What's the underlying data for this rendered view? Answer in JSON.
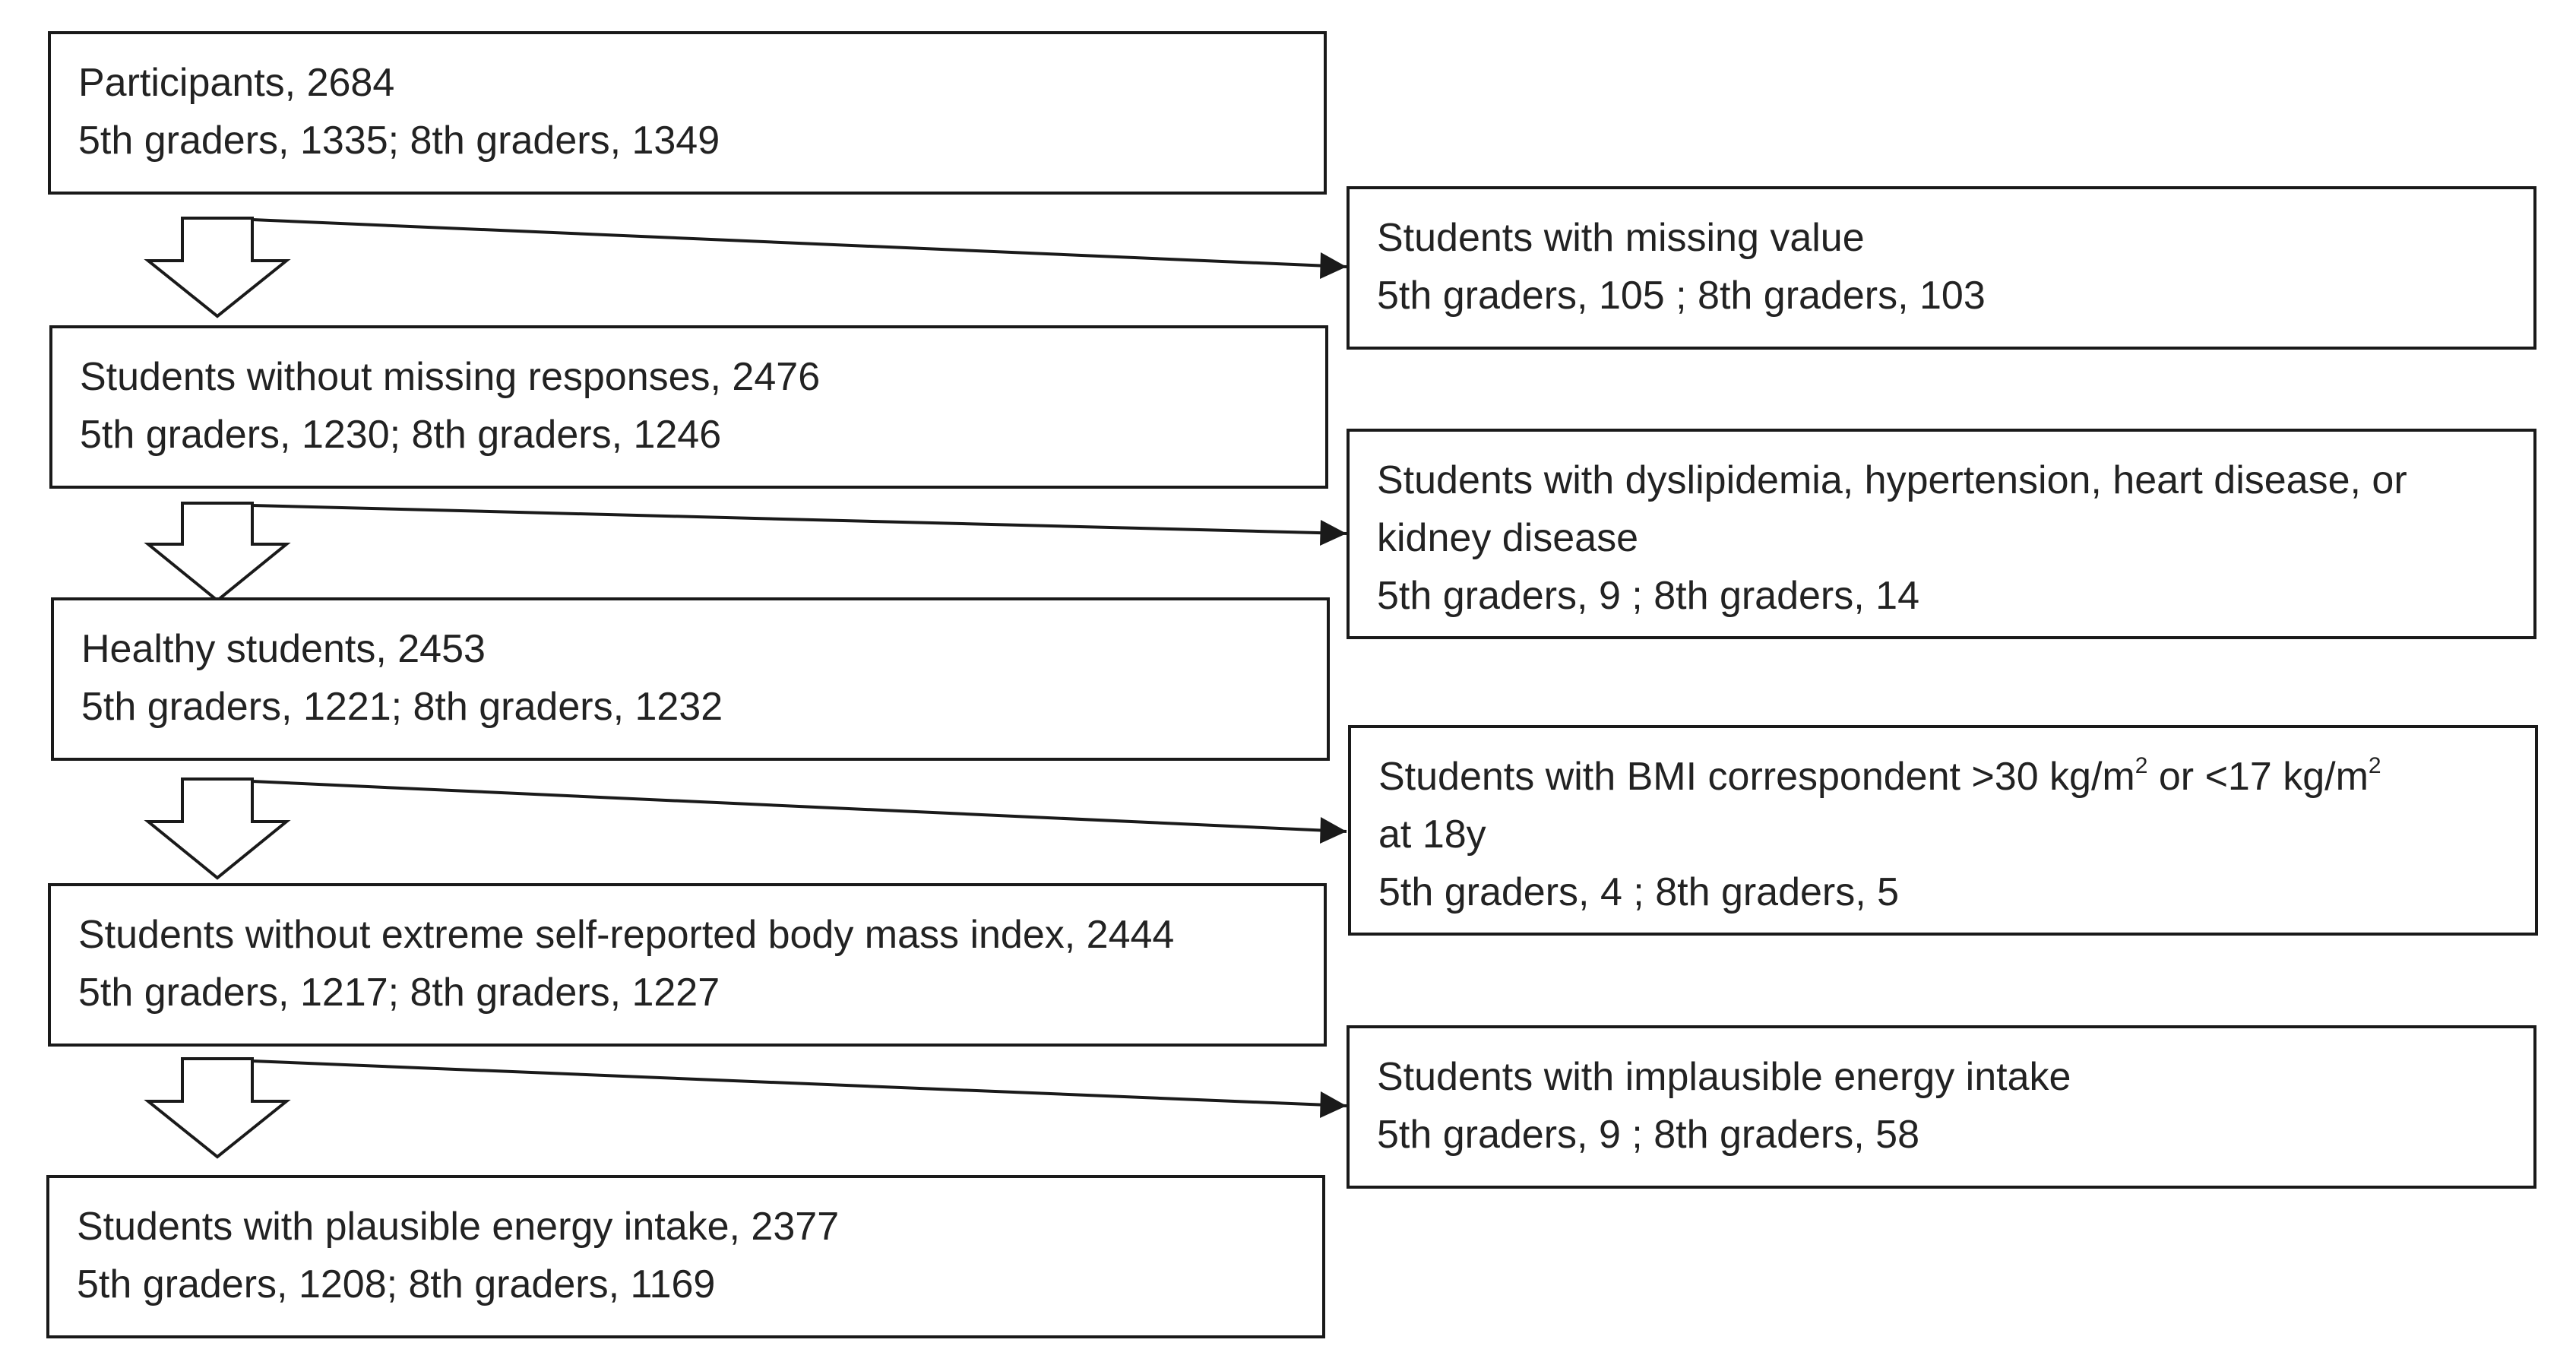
{
  "main_flow": [
    {
      "title": "Participants, 2684",
      "detail": "5th graders, 1335; 8th graders, 1349"
    },
    {
      "title": "Students without missing responses, 2476",
      "detail": "5th graders, 1230; 8th graders, 1246"
    },
    {
      "title": "Healthy students, 2453",
      "detail": "5th graders, 1221; 8th graders, 1232"
    },
    {
      "title": "Students without extreme self-reported body mass index, 2444",
      "detail": "5th graders, 1217; 8th graders, 1227"
    },
    {
      "title": "Students with plausible energy intake, 2377",
      "detail": "5th graders, 1208; 8th graders, 1169"
    }
  ],
  "exclusions": [
    {
      "title": "Students with missing value",
      "detail": "5th graders, 105  ; 8th graders, 103"
    },
    {
      "title_line1": "Students with dyslipidemia, hypertension, heart disease, or",
      "title_line2": "kidney disease",
      "detail": "5th graders, 9  ; 8th graders, 14"
    },
    {
      "title_part1": "Students with  BMI correspondent >30 kg/m",
      "sup1": "2",
      "title_part2": " or <17 kg/m",
      "sup2": "2",
      "title_line2": "at 18y",
      "detail": "5th graders, 4  ; 8th graders, 5"
    },
    {
      "title": "Students with implausible energy intake",
      "detail": "5th graders, 9  ; 8th graders, 58"
    }
  ],
  "colors": {
    "line": "#1a1a1a",
    "text": "#222222",
    "background": "#ffffff"
  }
}
